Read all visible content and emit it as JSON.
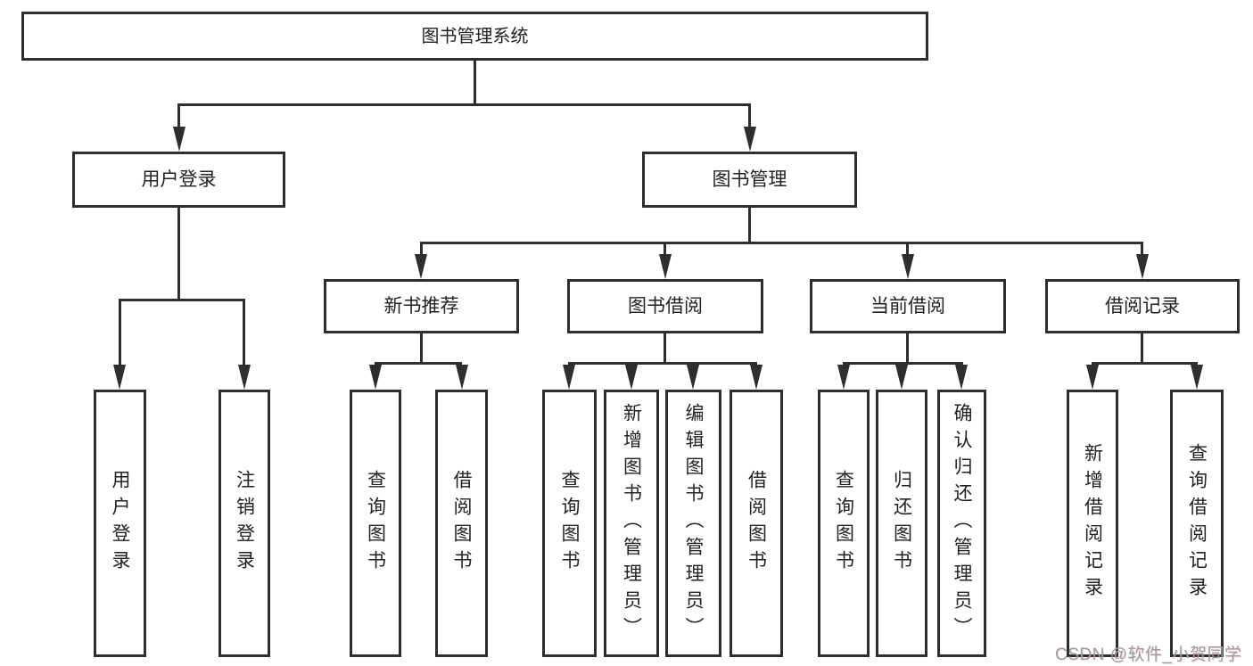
{
  "watermark": "CSDN @软件_小贺同学",
  "colors": {
    "stroke": "#2e2e2e",
    "text": "#222222",
    "background": "#ffffff",
    "watermark_text": "#9c9c9c"
  },
  "tree": {
    "root": "图书管理系统",
    "branches": [
      {
        "label": "用户登录",
        "children": [
          "用户登录",
          "注销登录"
        ]
      },
      {
        "label": "图书管理",
        "children": [
          {
            "label": "新书推荐",
            "children": [
              "查询图书",
              "借阅图书"
            ]
          },
          {
            "label": "图书借阅",
            "children": [
              "查询图书",
              "新增图书（管理员）",
              "编辑图书（管理员）",
              "借阅图书"
            ]
          },
          {
            "label": "当前借阅",
            "children": [
              "查询图书",
              "归还图书",
              "确认归还（管理员）"
            ]
          },
          {
            "label": "借阅记录",
            "children": [
              "新增借阅记录",
              "查询借阅记录"
            ]
          }
        ]
      }
    ]
  }
}
